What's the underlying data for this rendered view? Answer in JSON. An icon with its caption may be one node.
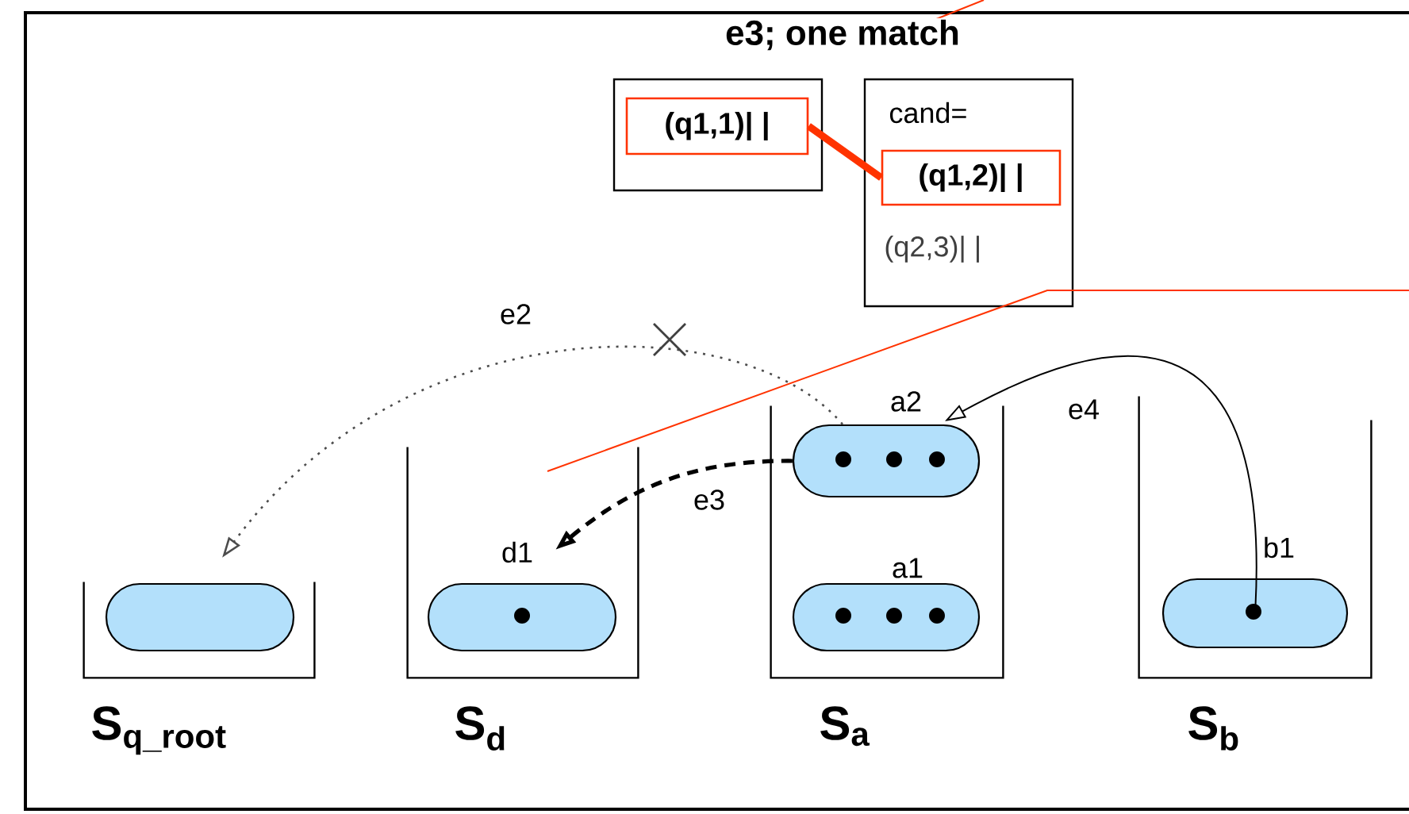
{
  "diagram": {
    "title": "e3; one match",
    "nodes": [
      {
        "text": [],
        "shape": "box"
      },
      {
        "text": [
          "(q1,1)| |"
        ],
        "in": 0
      },
      {
        "text": [
          "cand=",
          "(q2,3)| |"
        ]
      },
      {
        "text": [
          "(q1,2)| |"
        ],
        "in": 2
      },
      {
        "text": [
          "S$_{q_root}$"
        ]
      },
      {
        "text": [],
        "shape": "capsule",
        "in": 4
      },
      {
        "text": [
          "S$_{d}$"
        ]
      },
      {
        "text": [],
        "shape": "capsule",
        "in": 6,
        "beside": [
          "d1"
        ]
      },
      {
        "text": [
          "S$_{a}$"
        ]
      },
      {
        "text": [],
        "shape": "capsule",
        "in": 8,
        "beside": [
          "a2"
        ]
      },
      {
        "text": [],
        "shape": "capsule",
        "in": 8,
        "beside": [
          "a1"
        ]
      },
      {
        "text": [
          "S$_{b}$"
        ]
      },
      {
        "text": [],
        "shape": "capsule",
        "in": 11,
        "beside": [
          "b1"
        ]
      }
    ],
    "edges": [
      {
        "from": 1,
        "to": 3,
        "arrow": "none",
        "style": "thick",
        "color": "#ff3300"
      },
      {
        "from": 9,
        "to": 5,
        "arrow": "to",
        "style": "dashed",
        "color": "#4c4c4c",
        "label": "e2"
      },
      {
        "from": 9,
        "to": 7,
        "arrow": "to",
        "style": "dashed",
        "color": "#000000",
        "label": "e3"
      },
      {
        "from": 12,
        "to": 9,
        "arrow": "to",
        "color": "#000000",
        "label": "e4"
      },
      {
        "from": null,
        "to": 6,
        "arrow": "none",
        "color": "#ff3300"
      }
    ]
  }
}
